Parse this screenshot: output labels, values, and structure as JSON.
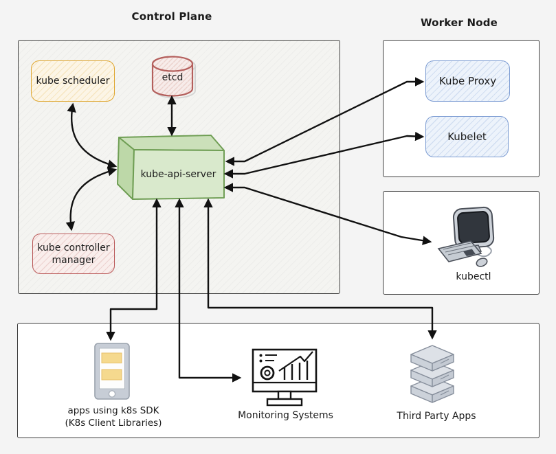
{
  "diagram": {
    "titles": {
      "control_plane": "Control Plane",
      "worker_node": "Worker Node"
    },
    "control_plane": {
      "scheduler": "kube scheduler",
      "etcd": "etcd",
      "api_server": "kube-api-server",
      "controller_line1": "kube controller",
      "controller_line2": "manager"
    },
    "worker_node": {
      "kube_proxy": "Kube Proxy",
      "kubelet": "Kubelet"
    },
    "kubectl": "kubectl",
    "external": {
      "apps_line1": "apps using k8s SDK",
      "apps_line2": "(K8s Client Libraries)",
      "monitoring": "Monitoring Systems",
      "third_party": "Third Party Apps"
    },
    "icons": {
      "etcd": "database-cylinder-icon",
      "api_server": "cube-3d-icon",
      "apps": "smartphone-icon",
      "monitoring": "dashboard-monitor-icon",
      "third_party": "server-stack-icon",
      "kubectl": "desktop-computer-icon"
    },
    "connections": [
      {
        "from": "kube-api-server",
        "to": "etcd",
        "bidirectional": true
      },
      {
        "from": "kube-api-server",
        "to": "kube scheduler",
        "bidirectional": true
      },
      {
        "from": "kube-api-server",
        "to": "kube controller manager",
        "bidirectional": true
      },
      {
        "from": "kube-api-server",
        "to": "Kube Proxy",
        "bidirectional": true
      },
      {
        "from": "kube-api-server",
        "to": "Kubelet",
        "bidirectional": true
      },
      {
        "from": "kube-api-server",
        "to": "kubectl",
        "bidirectional": true
      },
      {
        "from": "kube-api-server",
        "to": "apps using k8s SDK",
        "bidirectional": true
      },
      {
        "from": "kube-api-server",
        "to": "Monitoring Systems",
        "bidirectional": true
      },
      {
        "from": "kube-api-server",
        "to": "Third Party Apps",
        "bidirectional": true
      }
    ],
    "colors": {
      "background": "#f4f4f4",
      "panel_border": "#3c3c3c",
      "panel_fill": "#ffffff",
      "control_plane_fill": "#f4f4f1",
      "api_server_green_border": "#6f9e54",
      "api_server_green_fill": "#d9e9cc",
      "scheduler_yellow": "#dfa62e",
      "etcd_red": "#b45f5c",
      "controller_red": "#b95757",
      "proxy_blue": "#7b9bd2",
      "arrow_black": "#111111",
      "phone_yellow": "#f5d98e",
      "icon_gray": "#ccd2da"
    }
  }
}
